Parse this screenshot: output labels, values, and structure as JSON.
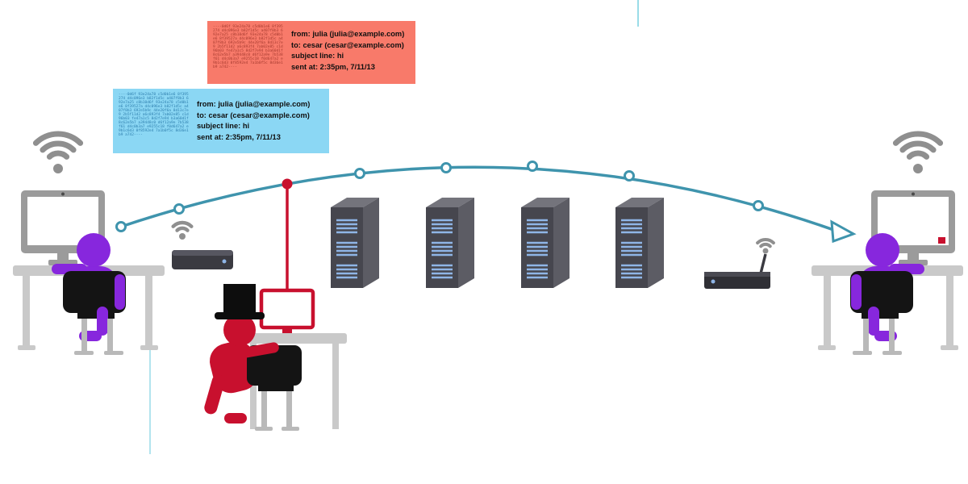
{
  "diagram": {
    "type": "network-email-interception",
    "background": "#ffffff"
  },
  "colors": {
    "route_teal": "#3f94ad",
    "attacker_red": "#c8102e",
    "person_purple": "#8727dd",
    "intercepted_card_bg": "#f87a6a",
    "intercepted_raw_text_color": "#a63a2f",
    "original_card_bg": "#8bd7f4",
    "original_raw_text_color": "#2e7fae",
    "hardware_gray": "#9b9b9b",
    "desk_gray": "#c9c9c9",
    "chair_black": "#141414",
    "wifi_gray": "#8f8f8f",
    "router_dark": "#3a3a41",
    "server_front": "#46464e",
    "server_side": "#5c5c64",
    "server_top": "#74747c",
    "server_vents": "#8fb5e6",
    "guide_cyan": "#9adce8"
  },
  "email_cards": {
    "intercepted": {
      "variant": "red-intercepted-copy",
      "raw_text": "----0d6f 93e24a78 c5d0b1e6 8f395274 d4c096e3 b82f1d5c a407f8b3 692e7a25 c8b10d6f 93e24a78 c5d0b1e6 8f39527a d4c096e3 b82f1d5c a407f8b3 692e5b9c 44e20f6a 8d13c7e9 2b5f11d2 a6c893f4 7ab02e85 c1d96b03 fe47a1c5 8d2f7e94 b3a60d1f 8c62e5b7 a39448c0 d6f12a9e 7b538f61 d4c0b3a7 e9255c18 f0d647a2 e9b1c6d3 0f8592e4 7a1b0f5c 8d36e1b9 a742----",
      "lines": {
        "from": "from: julia (julia@example.com)",
        "to": "to: cesar (cesar@example.com)",
        "subject": "subject line: hi",
        "sent_at": "sent at: 2:35pm, 7/11/13"
      }
    },
    "original": {
      "variant": "blue-original-message",
      "raw_text": "----0d6f 93e24a78 c5d0b1e6 8f395274 d4c096e3 b82f1d5c a407f8b3 692e7a25 c8b10d6f 93e24a78 c5d0b1e6 8f39527a d4c096e3 b82f1d5c a407f8b3 692e5b9c 44e20f6a 8d13c7e9 2b5f11d2 a6c893f4 7ab02e85 c1d96b03 fe47a1c5 8d2f7e94 b3a60d1f 8c62e5b7 a39448c0 d6f12a9e 7b538f61 d4c0b3a7 e9255c18 f0d647a2 e9b1c6d3 0f8592e4 7a1b0f5c 8d36e1b9 a742----",
      "lines": {
        "from": "from: julia (julia@example.com)",
        "to": "to: cesar (cesar@example.com)",
        "subject": "subject line: hi",
        "sent_at": "sent at: 2:35pm, 7/11/13"
      }
    }
  },
  "icons": {
    "wifi": "wifi-signal-arcs",
    "router": "wireless-router-box",
    "server": "server-tower",
    "monitor": "desktop-monitor",
    "person": "seated-person",
    "attacker": "seated-person-top-hat",
    "arrowhead": "route-arrowhead"
  }
}
